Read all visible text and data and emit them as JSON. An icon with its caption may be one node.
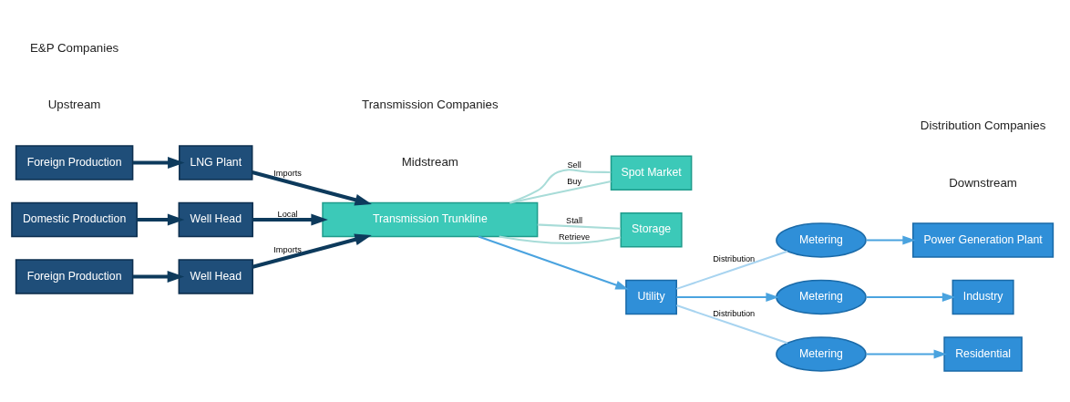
{
  "diagram": {
    "nodes": [
      {
        "text": [
          "Foreign Production"
        ]
      },
      {
        "text": [
          "LNG Plant"
        ]
      },
      {
        "text": [
          "Domestic Production"
        ]
      },
      {
        "text": [
          "Well Head"
        ]
      },
      {
        "text": [
          "Foreign Production"
        ]
      },
      {
        "text": [
          "Well Head"
        ]
      },
      {
        "text": [
          "Spot Market"
        ]
      },
      {
        "text": [
          "Transmission Trunkline"
        ]
      },
      {
        "text": [
          "Storage"
        ]
      },
      {
        "text": [
          "Utility"
        ]
      },
      {
        "text": [
          "Metering"
        ]
      },
      {
        "text": [
          "Power Generation Plant"
        ]
      },
      {
        "text": [
          "Metering"
        ]
      },
      {
        "text": [
          "Industry"
        ]
      },
      {
        "text": [
          "Metering"
        ]
      },
      {
        "text": [
          "Residential"
        ]
      }
    ],
    "edges": [
      {
        "from": 0,
        "to": 1,
        "arrow": "to",
        "style": "thick"
      },
      {
        "from": 2,
        "to": 3,
        "arrow": "to",
        "style": "thick"
      },
      {
        "from": 4,
        "to": 5,
        "arrow": "to",
        "style": "thick"
      },
      {
        "from": 1,
        "to": 7,
        "arrow": "to",
        "label": "Imports",
        "style": "thick"
      },
      {
        "from": 3,
        "to": 7,
        "arrow": "to",
        "label": "Local",
        "style": "thick"
      },
      {
        "from": 5,
        "to": 7,
        "arrow": "to",
        "label": "Imports",
        "style": "thick"
      },
      {
        "from": 7,
        "to": 6,
        "arrow": "none",
        "label": "Sell",
        "color": "#a8dcd8"
      },
      {
        "from": 6,
        "to": 7,
        "arrow": "none",
        "label": "Buy",
        "color": "#a8dcd8"
      },
      {
        "from": 7,
        "to": 8,
        "arrow": "none",
        "label": "Stall",
        "color": "#a8dcd8"
      },
      {
        "from": 8,
        "to": 7,
        "arrow": "none",
        "label": "Retrieve",
        "color": "#a8dcd8"
      },
      {
        "from": 7,
        "to": 9,
        "arrow": "to",
        "color": "#4aa3df"
      },
      {
        "from": 9,
        "to": 10,
        "arrow": "none",
        "label": "Distribution",
        "color": "#a8d4f0"
      },
      {
        "from": 9,
        "to": 12,
        "arrow": "to",
        "color": "#4aa3df"
      },
      {
        "from": 9,
        "to": 14,
        "arrow": "none",
        "label": "Distribution",
        "color": "#a8d4f0"
      },
      {
        "from": 10,
        "to": 11,
        "arrow": "to",
        "color": "#4aa3df"
      },
      {
        "from": 12,
        "to": 13,
        "arrow": "to",
        "color": "#4aa3df"
      },
      {
        "from": 14,
        "to": 15,
        "arrow": "to",
        "color": "#4aa3df"
      }
    ],
    "labels": [
      "Upstream",
      "Midstream",
      "Downstream",
      "E&P Companies",
      "Transmission Companies",
      "Distribution Companies"
    ]
  }
}
